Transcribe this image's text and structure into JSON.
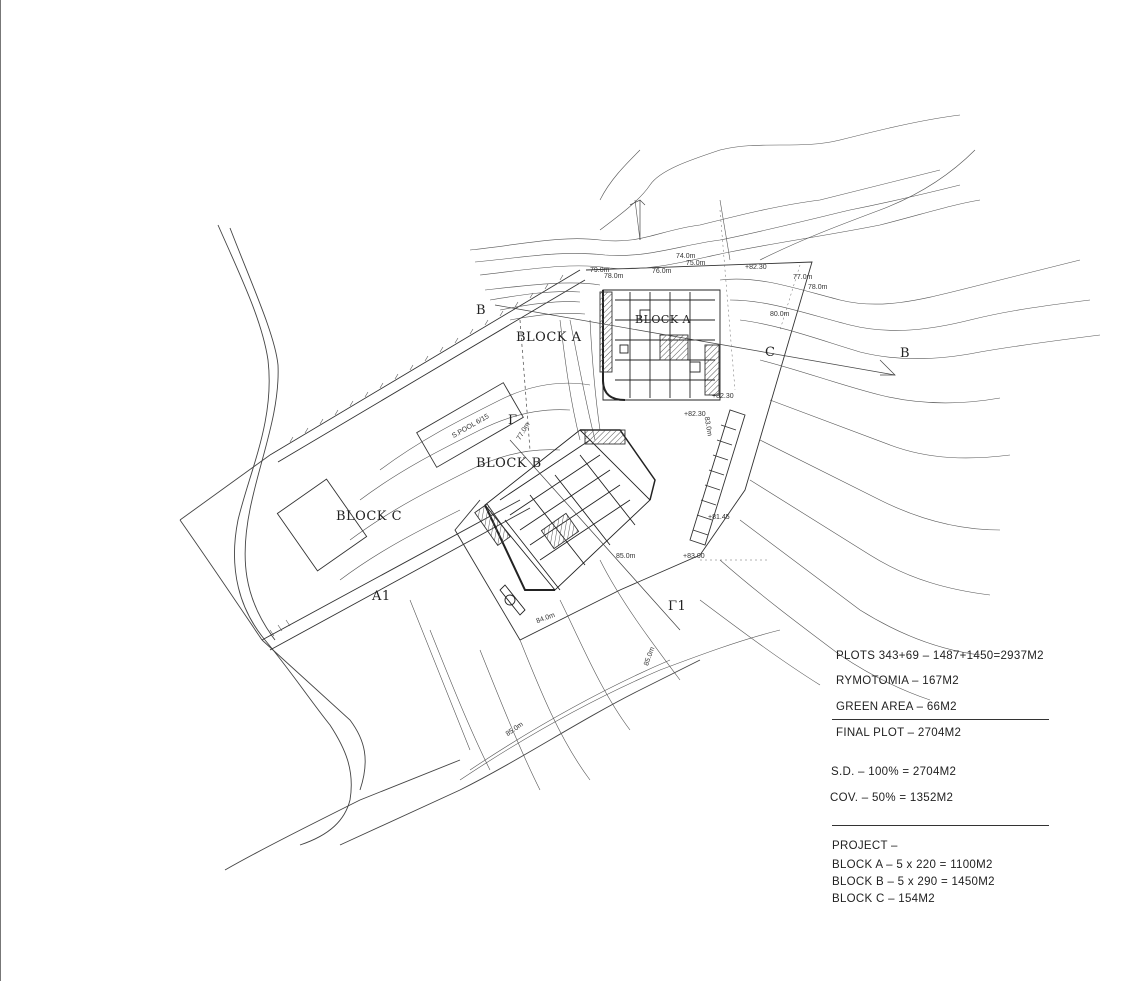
{
  "drawing": {
    "blocks": {
      "block_a": "BLOCK A",
      "block_b": "BLOCK B",
      "block_c": "BLOCK C"
    },
    "section_marks": {
      "b_left": "B",
      "b_right": "B",
      "c": "C",
      "a1": "A1",
      "gamma": "Γ",
      "gamma1": "Γ1"
    },
    "pool_label": "S.POOL 6/15",
    "contours": {
      "c74": "74.0m",
      "c75": "75.0m",
      "c76": "76.0m",
      "c77": "77.0m",
      "c77b": "77.0m",
      "c78": "78.0m",
      "c78b": "78.0m",
      "c79": "79.0m",
      "c80": "80.0m",
      "c83": "83.0m",
      "c84": "84.0m",
      "c85": "85.0m",
      "c85b": "85.0m",
      "c85c": "85.0m"
    },
    "levels": {
      "l1": "+82.30",
      "l2": "+82.30",
      "l3": "+82.30",
      "l4": "+83.00",
      "l5": "+81.45"
    }
  },
  "area_table": {
    "plots": "PLOTS 343+69 – 1487+1450=2937M2",
    "rymotomia": "RYMOTOMIA – 167M2",
    "green_area": "GREEN AREA – 66M2",
    "final_plot": "FINAL PLOT – 2704M2",
    "sd": "S.D. – 100% = 2704M2",
    "cov": "COV. – 50% = 1352M2",
    "project_heading": "PROJECT –",
    "block_a_area": "BLOCK A – 5 x 220 = 1100M2",
    "block_b_area": "BLOCK B – 5 x 290 = 1450M2",
    "block_c_area": "BLOCK C – 154M2"
  }
}
